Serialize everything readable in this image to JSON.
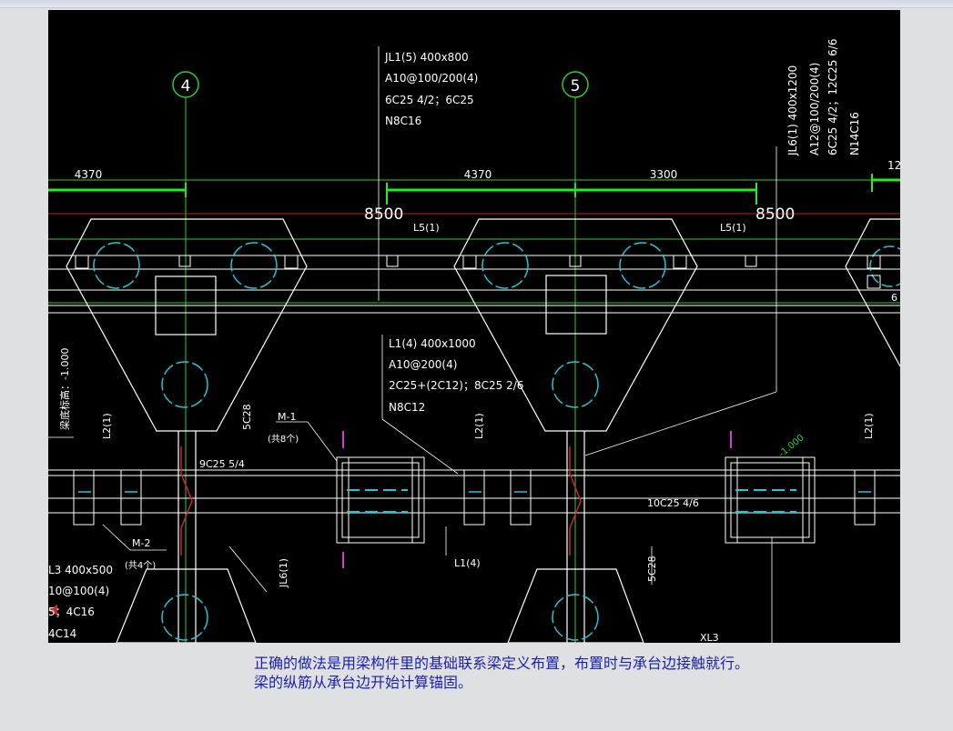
{
  "axes": [
    {
      "label": "4"
    },
    {
      "label": "5"
    }
  ],
  "dimensions": {
    "d1": "4370",
    "d2": "4370",
    "d3": "3300",
    "d4": "12"
  },
  "elevations": {
    "left": "8500",
    "right": "8500"
  },
  "annotations": {
    "jl1_title": "JL1(5) 400x800",
    "jl1_stirrup": "A10@100/200(4)",
    "jl1_bars": "6C25 4/2；6C25",
    "jl1_side": "N8C16",
    "jl6_title": "JL6(1) 400x1200",
    "jl6_stirrup": "A12@100/200(4)",
    "jl6_bars": "6C25 4/2；12C25 6/6",
    "jl6_side": "N14C16",
    "l1_title": "L1(4) 400x1000",
    "l1_stirrup": "A10@200(4)",
    "l1_bars": "2C25+(2C12)；8C25 2/6",
    "l1_side": "N8C12",
    "l5_a": "L5(1)",
    "l5_b": "L5(1)",
    "l2_a": "L2(1)",
    "l2_b": "L2(1)",
    "l2_c": "L2(1)",
    "sc28_a": "5C28",
    "sc28_b": "5C28",
    "m1": "M-1",
    "m1_count": "(共8个)",
    "m2": "M-2",
    "m2_count": "(共4个)",
    "bar_9c25": "9C25 5/4",
    "bar_10c25": "10C25 4/6",
    "jl6_label": "JL6(1)",
    "l1_4": "L1(4)",
    "xl3": "XL3",
    "side_elev": "梁底标高：-1.000",
    "green_elev": "-1.000",
    "l3_title": "L3 400x500",
    "l3_stirrup": "10@100(4)",
    "l3_bars": "5；4C16",
    "l3_side": "4C14",
    "edge_6": "6"
  },
  "caption": {
    "line1": "正确的做法是用梁构件里的基础联系梁定义布置，布置时与承台边接触就行。",
    "line2": "梁的纵筋从承台边开始计算锚固。"
  },
  "colors": {
    "background": "#000000",
    "lines": "#ffffff",
    "axis": "#2bd12b",
    "dimension": "#22ee22",
    "rebar_circle": "#22c7d8",
    "elevation_line": "#c21f1f",
    "caption": "#1a1fb0"
  }
}
